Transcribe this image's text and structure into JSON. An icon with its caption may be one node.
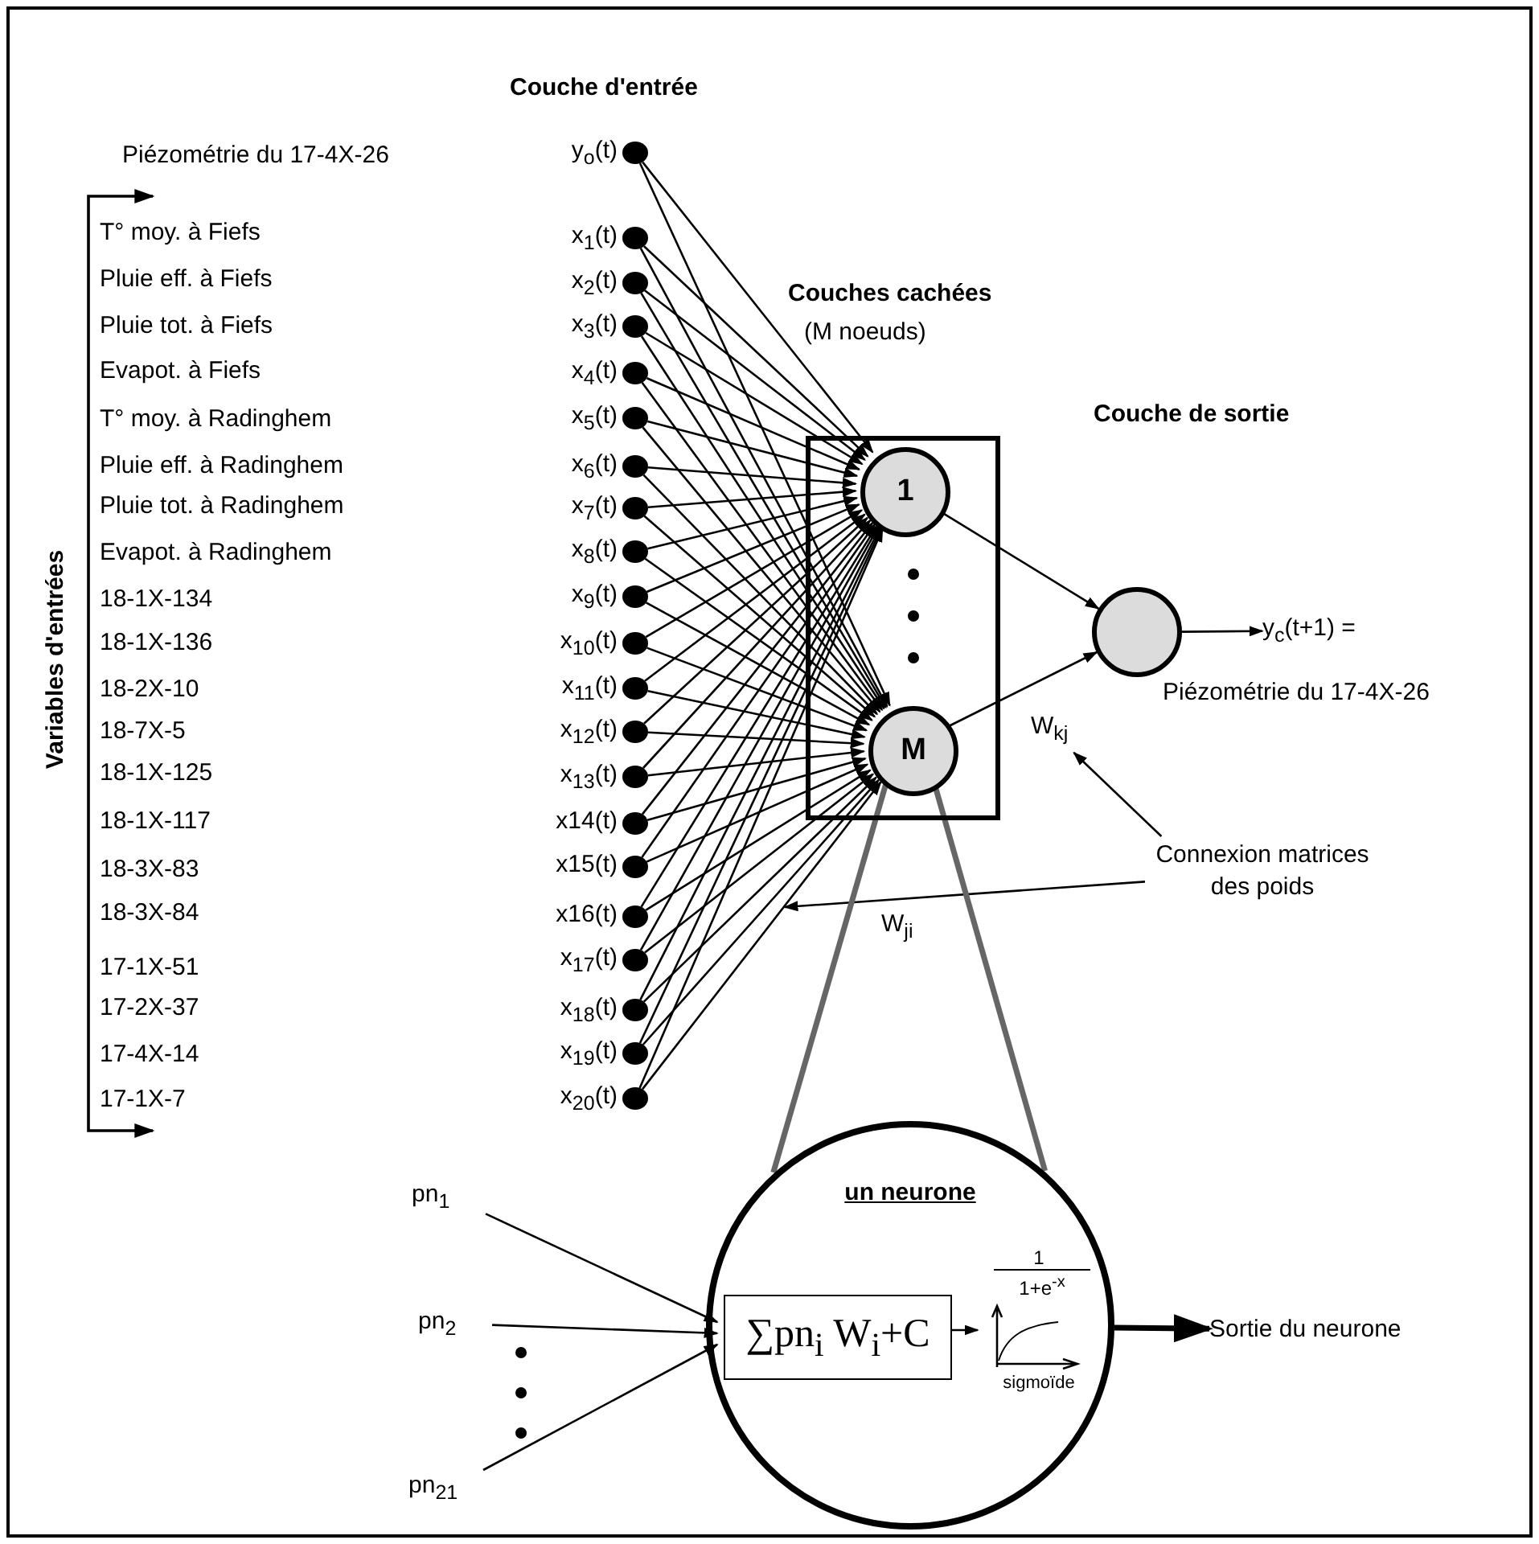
{
  "diagram": {
    "nodes": [
      {
        "text": [],
        "shape": "circle",
        "beside": [
          "y$_{o}$(t)"
        ]
      },
      {
        "text": [],
        "shape": "circle",
        "beside": [
          "x$_{1}$(t)"
        ]
      },
      {
        "text": [],
        "shape": "circle",
        "beside": [
          "x$_{2}$(t)"
        ]
      },
      {
        "text": [],
        "shape": "circle",
        "beside": [
          "x$_{3}$(t)"
        ]
      },
      {
        "text": [],
        "shape": "circle",
        "beside": [
          "x$_{4}$(t)"
        ]
      },
      {
        "text": [],
        "shape": "circle",
        "beside": [
          "x$_{5}$(t)"
        ]
      },
      {
        "text": [],
        "shape": "circle",
        "beside": [
          "x$_{6}$(t)"
        ]
      },
      {
        "text": [],
        "shape": "circle",
        "beside": [
          "x$_{7}$(t)"
        ]
      },
      {
        "text": [],
        "shape": "circle",
        "beside": [
          "x$_{8}$(t)"
        ]
      },
      {
        "text": [],
        "shape": "circle",
        "beside": [
          "x$_{9}$(t)"
        ]
      },
      {
        "text": [],
        "shape": "circle",
        "beside": [
          "x$_{10}$(t)"
        ]
      },
      {
        "text": [],
        "shape": "circle",
        "beside": [
          "x$_{11}$(t)"
        ]
      },
      {
        "text": [],
        "shape": "circle",
        "beside": [
          "x$_{12}$(t)"
        ]
      },
      {
        "text": [],
        "shape": "circle",
        "beside": [
          "x$_{13}$(t)"
        ]
      },
      {
        "text": [],
        "shape": "circle",
        "beside": [
          "x14(t)"
        ]
      },
      {
        "text": [],
        "shape": "circle",
        "beside": [
          "x15(t)"
        ]
      },
      {
        "text": [],
        "shape": "circle",
        "beside": [
          "x16(t)"
        ]
      },
      {
        "text": [],
        "shape": "circle",
        "beside": [
          "x$_{17}$(t)"
        ]
      },
      {
        "text": [],
        "shape": "circle",
        "beside": [
          "x$_{18}$(t)"
        ]
      },
      {
        "text": [],
        "shape": "circle",
        "beside": [
          "x$_{19}$(t)"
        ]
      },
      {
        "text": [],
        "shape": "circle",
        "beside": [
          "x$_{20}$(t)"
        ]
      },
      {
        "text": [],
        "shape": "box"
      },
      {
        "text": [
          "1"
        ],
        "in": 21
      },
      {
        "text": [
          "M"
        ],
        "in": 21
      },
      {
        "text": [],
        "shape": "circle"
      },
      {
        "text": [
          "y$_{c}$(t+1) ="
        ]
      },
      {
        "text": [
          "W$_{kj}$"
        ]
      },
      {
        "text": [
          "Connexion matrices des poids"
        ]
      },
      {
        "text": [
          "pn$_{1}$"
        ]
      },
      {
        "text": [
          "pn$_{2}$"
        ]
      },
      {
        "text": [
          "pn$_{21}$"
        ]
      },
      {
        "text": [
          "un neurone"
        ]
      },
      {
        "text": [
          "∑pn$_{i}$ W$_{i}$+C"
        ],
        "in": 31
      },
      {
        "text": [
          "1",
          "1+e$^{-x}$",
          "sigmoïde"
        ],
        "in": 31
      },
      {
        "text": [
          "Sortie du neurone"
        ]
      }
    ],
    "edges": [
      {
        "from": 0,
        "to": 22,
        "arrow": "to"
      },
      {
        "from": 0,
        "to": 23,
        "arrow": "to"
      },
      {
        "from": 1,
        "to": 22,
        "arrow": "to"
      },
      {
        "from": 1,
        "to": 23,
        "arrow": "to"
      },
      {
        "from": 2,
        "to": 22,
        "arrow": "to"
      },
      {
        "from": 2,
        "to": 23,
        "arrow": "to"
      },
      {
        "from": 3,
        "to": 22,
        "arrow": "to"
      },
      {
        "from": 3,
        "to": 23,
        "arrow": "to"
      },
      {
        "from": 4,
        "to": 22,
        "arrow": "to"
      },
      {
        "from": 4,
        "to": 23,
        "arrow": "to"
      },
      {
        "from": 5,
        "to": 22,
        "arrow": "to"
      },
      {
        "from": 5,
        "to": 23,
        "arrow": "to"
      },
      {
        "from": 6,
        "to": 22,
        "arrow": "to"
      },
      {
        "from": 6,
        "to": 23,
        "arrow": "to"
      },
      {
        "from": 7,
        "to": 22,
        "arrow": "to"
      },
      {
        "from": 7,
        "to": 23,
        "arrow": "to"
      },
      {
        "from": 8,
        "to": 22,
        "arrow": "to"
      },
      {
        "from": 8,
        "to": 23,
        "arrow": "to"
      },
      {
        "from": 9,
        "to": 22,
        "arrow": "to"
      },
      {
        "from": 9,
        "to": 23,
        "arrow": "to"
      },
      {
        "from": 10,
        "to": 22,
        "arrow": "to"
      },
      {
        "from": 10,
        "to": 23,
        "arrow": "to"
      },
      {
        "from": 11,
        "to": 22,
        "arrow": "to"
      },
      {
        "from": 11,
        "to": 23,
        "arrow": "to"
      },
      {
        "from": 12,
        "to": 22,
        "arrow": "to"
      },
      {
        "from": 12,
        "to": 23,
        "arrow": "to"
      },
      {
        "from": 13,
        "to": 22,
        "arrow": "to"
      },
      {
        "from": 13,
        "to": 23,
        "arrow": "to"
      },
      {
        "from": 14,
        "to": 22,
        "arrow": "to"
      },
      {
        "from": 14,
        "to": 23,
        "arrow": "to"
      },
      {
        "from": 15,
        "to": 22,
        "arrow": "to"
      },
      {
        "from": 15,
        "to": 23,
        "arrow": "to"
      },
      {
        "from": 16,
        "to": 22,
        "arrow": "to"
      },
      {
        "from": 16,
        "to": 23,
        "arrow": "to"
      },
      {
        "from": 17,
        "to": 22,
        "arrow": "to"
      },
      {
        "from": 17,
        "to": 23,
        "arrow": "to"
      },
      {
        "from": 18,
        "to": 22,
        "arrow": "to"
      },
      {
        "from": 18,
        "to": 23,
        "arrow": "to"
      },
      {
        "from": 19,
        "to": 22,
        "arrow": "to"
      },
      {
        "from": 19,
        "to": 23,
        "arrow": "to"
      },
      {
        "from": 20,
        "to": 22,
        "arrow": "to"
      },
      {
        "from": 20,
        "to": 23,
        "arrow": "to"
      },
      {
        "from": 22,
        "to": 24,
        "arrow": "to"
      },
      {
        "from": 23,
        "to": 24,
        "arrow": "to"
      },
      {
        "from": 24,
        "to": 25,
        "arrow": "to"
      },
      {
        "from": 27,
        "to": 26,
        "arrow": "to"
      },
      {
        "from": 27,
        "to": null,
        "arrow": "to"
      },
      {
        "from": 23,
        "to": 31,
        "arrow": "none",
        "style": "thick",
        "color": "#666666"
      },
      {
        "from": 23,
        "to": 31,
        "arrow": "none",
        "style": "thick",
        "color": "#666666"
      },
      {
        "from": 28,
        "to": 32,
        "arrow": "to"
      },
      {
        "from": 29,
        "to": 32,
        "arrow": "to"
      },
      {
        "from": 30,
        "to": 32,
        "arrow": "to"
      },
      {
        "from": 32,
        "to": 33,
        "arrow": "to"
      },
      {
        "from": 31,
        "to": 34,
        "arrow": "to",
        "style": "thick"
      }
    ],
    "labels": [
      "Couche d'entrée",
      "Piézométrie du 17-4X-26",
      "T° moy. à Fiefs",
      "Pluie eff. à Fiefs",
      "Pluie tot. à Fiefs",
      "Evapot. à Fiefs",
      "T° moy. à Radinghem",
      "Pluie eff. à Radinghem",
      "Pluie tot. à Radinghem",
      "Evapot. à Radinghem",
      "18-1X-134",
      "18-1X-136",
      "18-2X-10",
      "18-7X-5",
      "18-1X-125",
      "18-1X-117",
      "18-3X-83",
      "18-3X-84",
      "17-1X-51",
      "17-2X-37",
      "17-4X-14",
      "17-1X-7",
      "Variables d'entrées",
      "Couches cachées",
      "(M noeuds)",
      "Couche de sortie",
      "Piézométrie du 17-4X-26",
      "W$_{ji}$"
    ]
  }
}
